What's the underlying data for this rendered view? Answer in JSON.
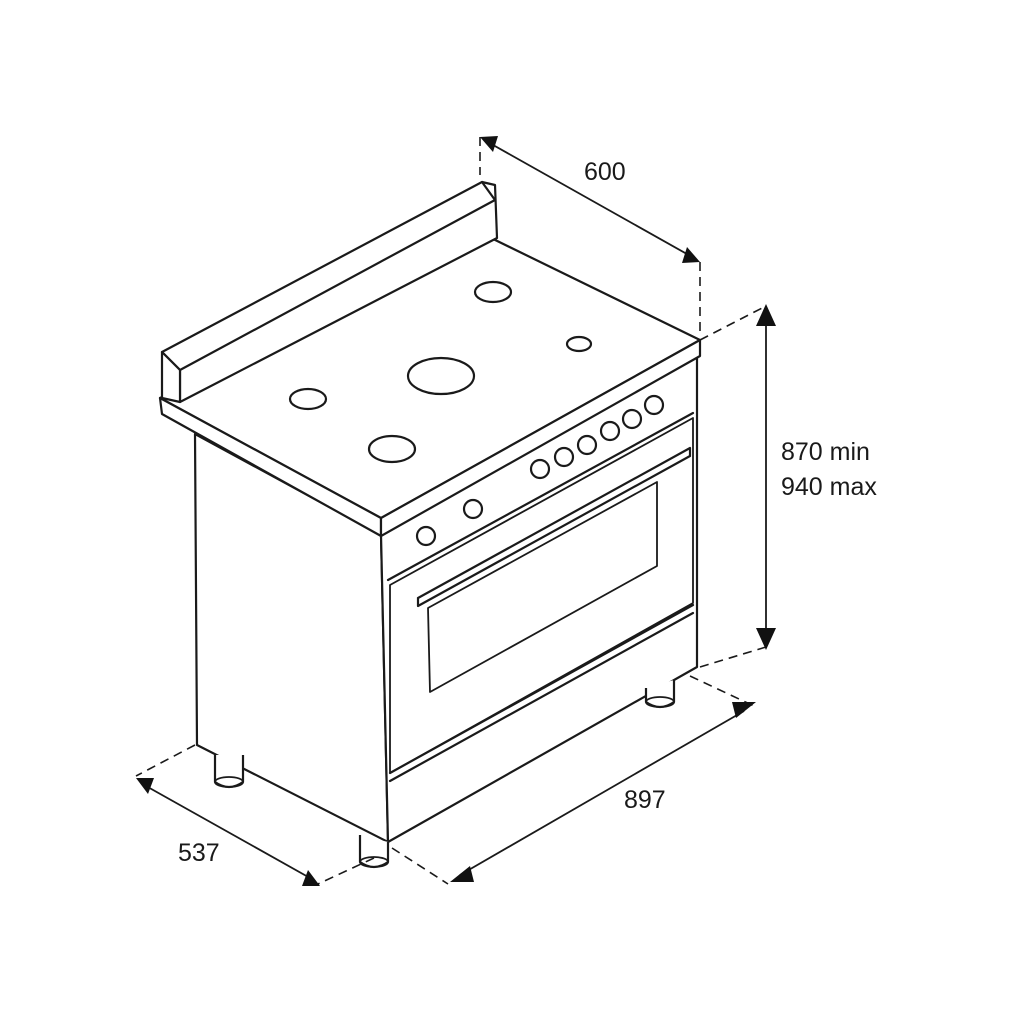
{
  "dimensions": {
    "depth_top": "600",
    "height_min": "870 min",
    "height_max": "940 max",
    "width": "897",
    "depth_bottom": "537"
  },
  "colors": {
    "line": "#1a1a1a",
    "background": "#ffffff"
  }
}
